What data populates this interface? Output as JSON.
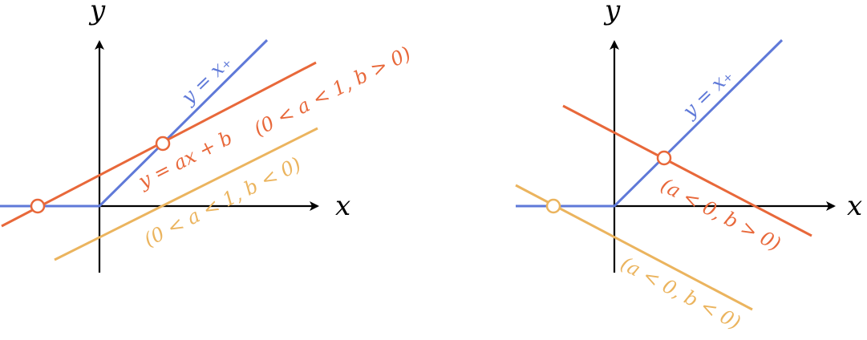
{
  "colors": {
    "axis": "#000000",
    "blue": "#5f79d8",
    "orange": "#e8683a",
    "yellow": "#ebb45e",
    "background": "#ffffff"
  },
  "left_panel": {
    "x_axis_label": "x",
    "y_axis_label": "y",
    "label_relu": "y = x₊",
    "label_line": "y = ax + b",
    "label_orange_cond": "(0 < a < 1, b > 0)",
    "label_yellow_cond": "(0 < a < 1,  b < 0)"
  },
  "right_panel": {
    "x_axis_label": "x",
    "y_axis_label": "y",
    "label_relu": "y = x₊",
    "label_orange_cond": "(a < 0,  b > 0)",
    "label_yellow_cond": "(a < 0,  b < 0)"
  }
}
